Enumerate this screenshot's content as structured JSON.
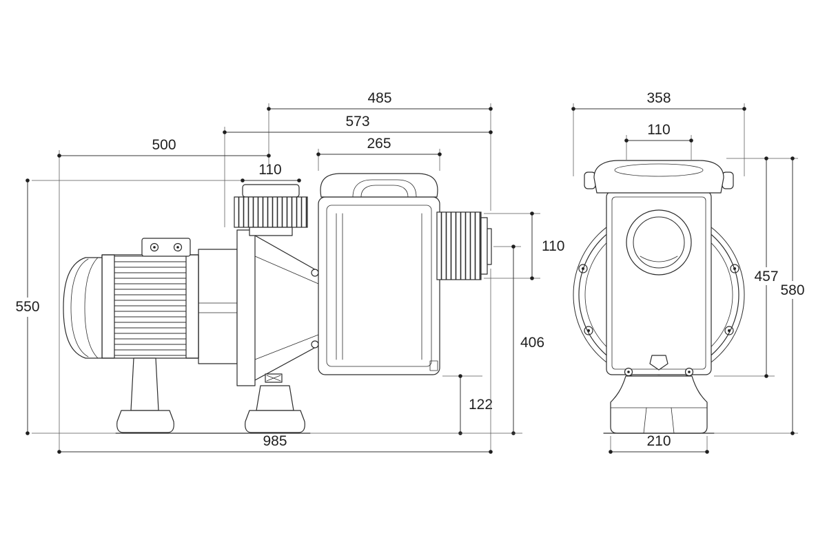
{
  "drawing": {
    "type": "technical-dimension-drawing",
    "subject": "centrifugal pool pump, side and front views",
    "side_view": {
      "dim_485": "485",
      "dim_573": "573",
      "dim_500": "500",
      "dim_265": "265",
      "dim_110_top": "110",
      "dim_110_outlet": "110",
      "dim_406": "406",
      "dim_122": "122",
      "dim_550": "550",
      "dim_985": "985"
    },
    "front_view": {
      "dim_358": "358",
      "dim_110_port": "110",
      "dim_457": "457",
      "dim_580": "580",
      "dim_210": "210"
    }
  }
}
